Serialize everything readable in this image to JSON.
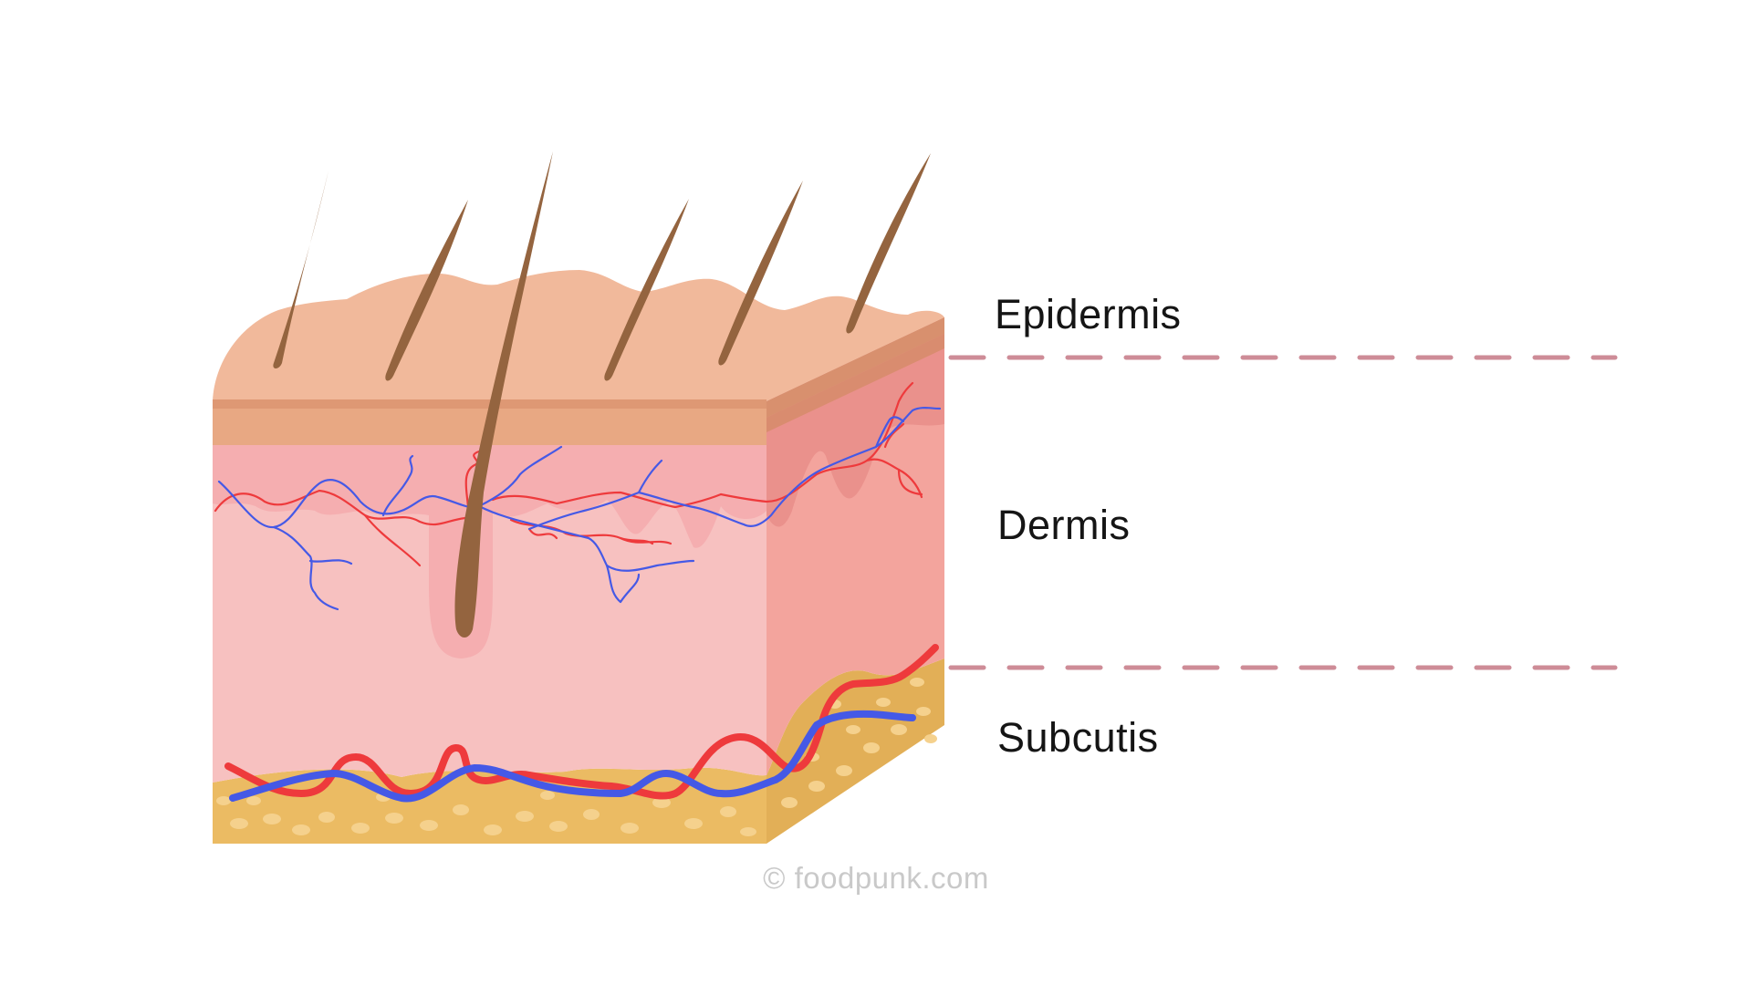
{
  "diagram": {
    "labels": {
      "epidermis": "Epidermis",
      "dermis": "Dermis",
      "subcutis": "Subcutis"
    },
    "watermark": "© foodpunk.com"
  },
  "colors": {
    "epidermis_top": "#F1B99B",
    "epidermis_band": "#E8A883",
    "epidermis_side": "#D8906E",
    "dermis_front": "#F7C1C0",
    "dermis_upper": "#F5AEB0",
    "dermis_side": "#F3A49D",
    "subcutis_fat": "#EBBB63",
    "fat_cells": "#F5D18D",
    "hair": "#94643F",
    "artery": "#EE3A3C",
    "vein": "#4559E6",
    "divider": "#CE8C97",
    "label_text": "#151515",
    "watermark_text": "#C9C9C9"
  },
  "icons": {
    "hair": "hair-strand-icon",
    "artery": "artery-vessel-icon",
    "vein": "vein-vessel-icon"
  }
}
